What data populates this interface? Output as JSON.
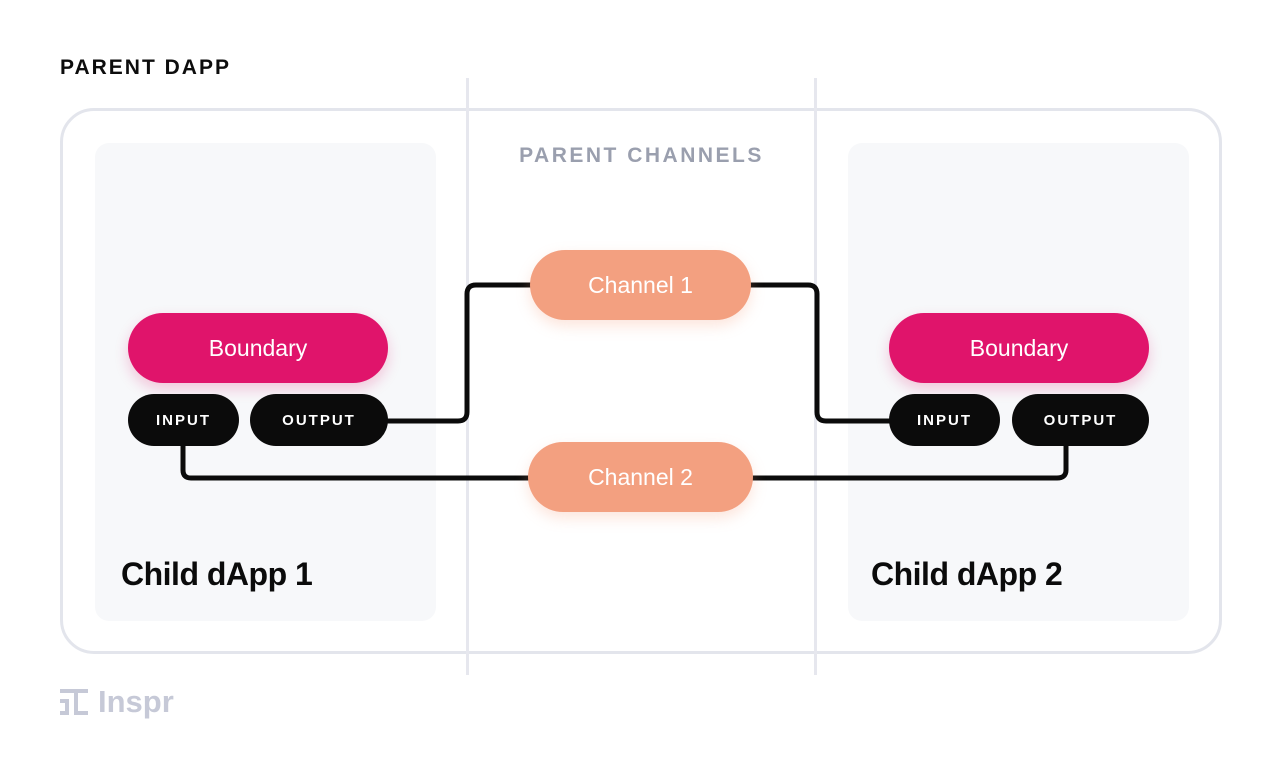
{
  "heading": "PARENT DAPP",
  "channels_label": "PARENT CHANNELS",
  "child1": {
    "title": "Child dApp 1",
    "boundary": "Boundary",
    "input": "INPUT",
    "output": "OUTPUT"
  },
  "child2": {
    "title": "Child dApp 2",
    "boundary": "Boundary",
    "input": "INPUT",
    "output": "OUTPUT"
  },
  "channels": [
    "Channel 1",
    "Channel 2"
  ],
  "logo": {
    "text": "Inspr",
    "icon": "inspr-logo-icon"
  },
  "colors": {
    "boundary": "#e0146b",
    "channel": "#f3a080",
    "port": "#0b0b0b",
    "frame": "#e3e5ec",
    "panel": "#f7f8fa",
    "muted": "#9a9fae"
  }
}
